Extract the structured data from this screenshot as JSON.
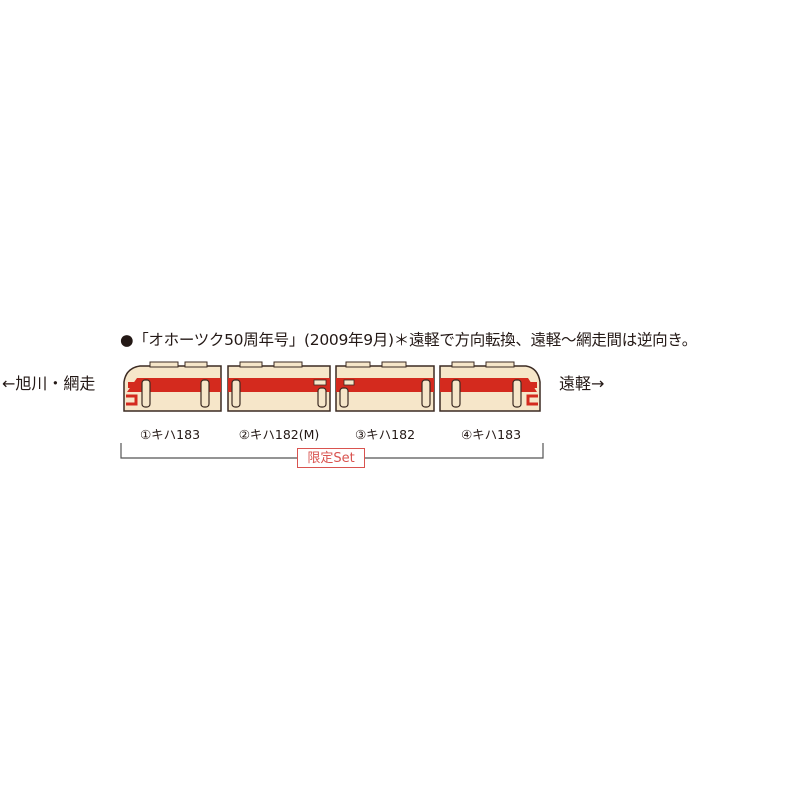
{
  "caption": "●「オホーツク50周年号」(2009年9月)＊遠軽で方向転換、遠軽～網走間は逆向き。",
  "direction_left": "←旭川・網走",
  "direction_right": "遠軽→",
  "cars": [
    {
      "label": "①キハ183"
    },
    {
      "label": "②キハ182(M)"
    },
    {
      "label": "③キハ182"
    },
    {
      "label": "④キハ183"
    }
  ],
  "set_label": "限定Set",
  "colors": {
    "body": "#f6e6c9",
    "stripe": "#d42a1e",
    "outline": "#3b2a22",
    "bracket": "#555555",
    "set_accent": "#d9534f"
  }
}
